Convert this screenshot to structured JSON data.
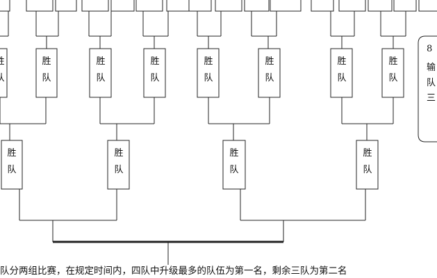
{
  "bracket": {
    "box_label_line1": "胜",
    "box_label_line2": "队"
  },
  "note": {
    "lines": [
      "8",
      "输",
      "队",
      "三"
    ]
  },
  "footer_text": "队分两组比赛，在规定时间内，四队中升级最多的队伍为第一名，剩余三队为第二名"
}
